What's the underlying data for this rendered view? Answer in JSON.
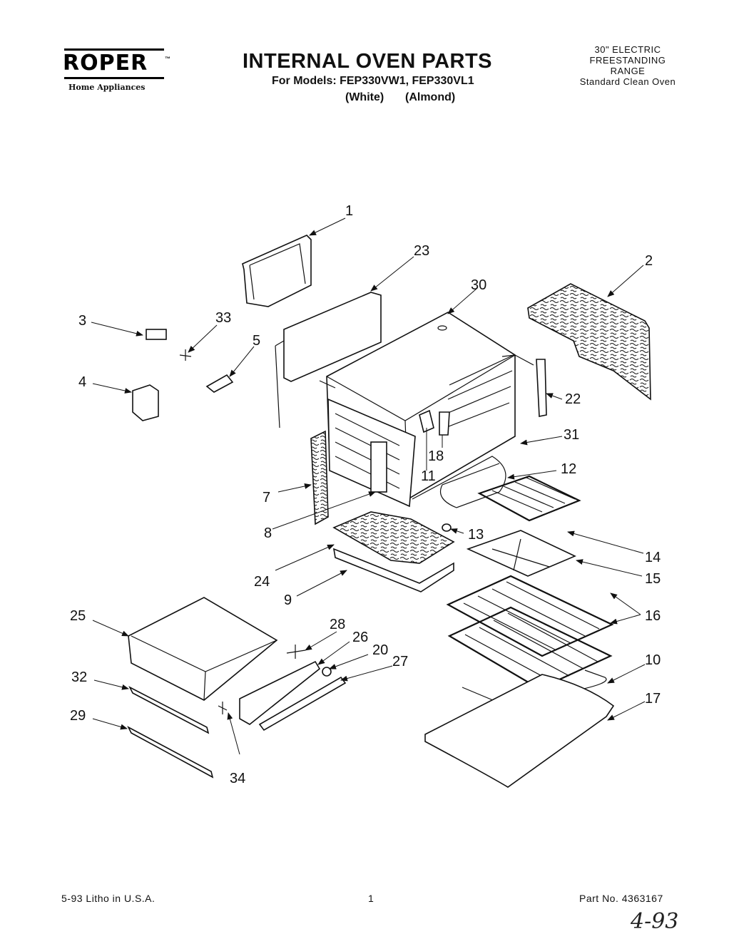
{
  "brand": {
    "name": "ROPER",
    "trademark": "™",
    "subtitle": "Home Appliances"
  },
  "header": {
    "title": "INTERNAL OVEN PARTS",
    "models_line": "For Models: FEP330VW1, FEP330VL1",
    "variant_white": "(White)",
    "variant_almond": "(Almond)"
  },
  "product": {
    "line1": "30\" ELECTRIC",
    "line2": "FREESTANDING",
    "line3": "RANGE",
    "line4": "Standard Clean Oven"
  },
  "footer": {
    "date_litho": "5-93   Litho in U.S.A.",
    "page_number": "1",
    "part_number": "Part No. 4363167",
    "handwritten_date": "4-93"
  },
  "callouts": [
    "1",
    "2",
    "3",
    "4",
    "5",
    "7",
    "8",
    "9",
    "10",
    "11",
    "12",
    "13",
    "14",
    "15",
    "16",
    "17",
    "18",
    "20",
    "22",
    "23",
    "24",
    "25",
    "26",
    "27",
    "28",
    "29",
    "30",
    "31",
    "32",
    "33",
    "34"
  ]
}
